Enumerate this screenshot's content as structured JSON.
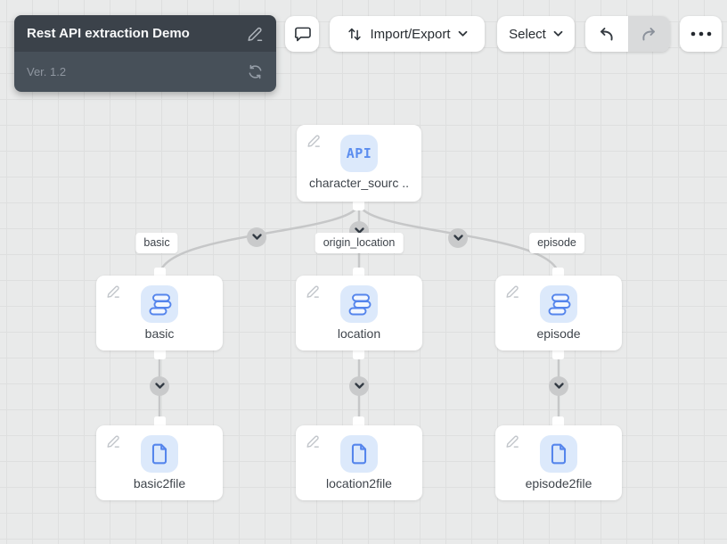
{
  "header": {
    "title": "Rest API extraction Demo",
    "version": "Ver. 1.2"
  },
  "toolbar": {
    "import_export_label": "Import/Export",
    "select_label": "Select"
  },
  "graph": {
    "source_node": {
      "label": "character_sourc ..",
      "icon": "api-icon",
      "icon_text": "API"
    },
    "edge_labels": [
      {
        "label": "basic"
      },
      {
        "label": "origin_location"
      },
      {
        "label": "episode"
      }
    ],
    "extract_nodes": [
      {
        "label": "basic",
        "icon": "stack-icon"
      },
      {
        "label": "location",
        "icon": "stack-icon"
      },
      {
        "label": "episode",
        "icon": "stack-icon"
      }
    ],
    "file_nodes": [
      {
        "label": "basic2file",
        "icon": "file-icon"
      },
      {
        "label": "location2file",
        "icon": "file-icon"
      },
      {
        "label": "episode2file",
        "icon": "file-icon"
      }
    ]
  },
  "colors": {
    "accent_blue": "#5b8def",
    "node_icon_bg": "#dce9fb",
    "panel_top": "#3b424a",
    "panel_bottom": "#475059",
    "canvas_bg": "#e9eaea",
    "edge_gray": "#c6c7c8",
    "connector_circle": "#c9cacb"
  }
}
